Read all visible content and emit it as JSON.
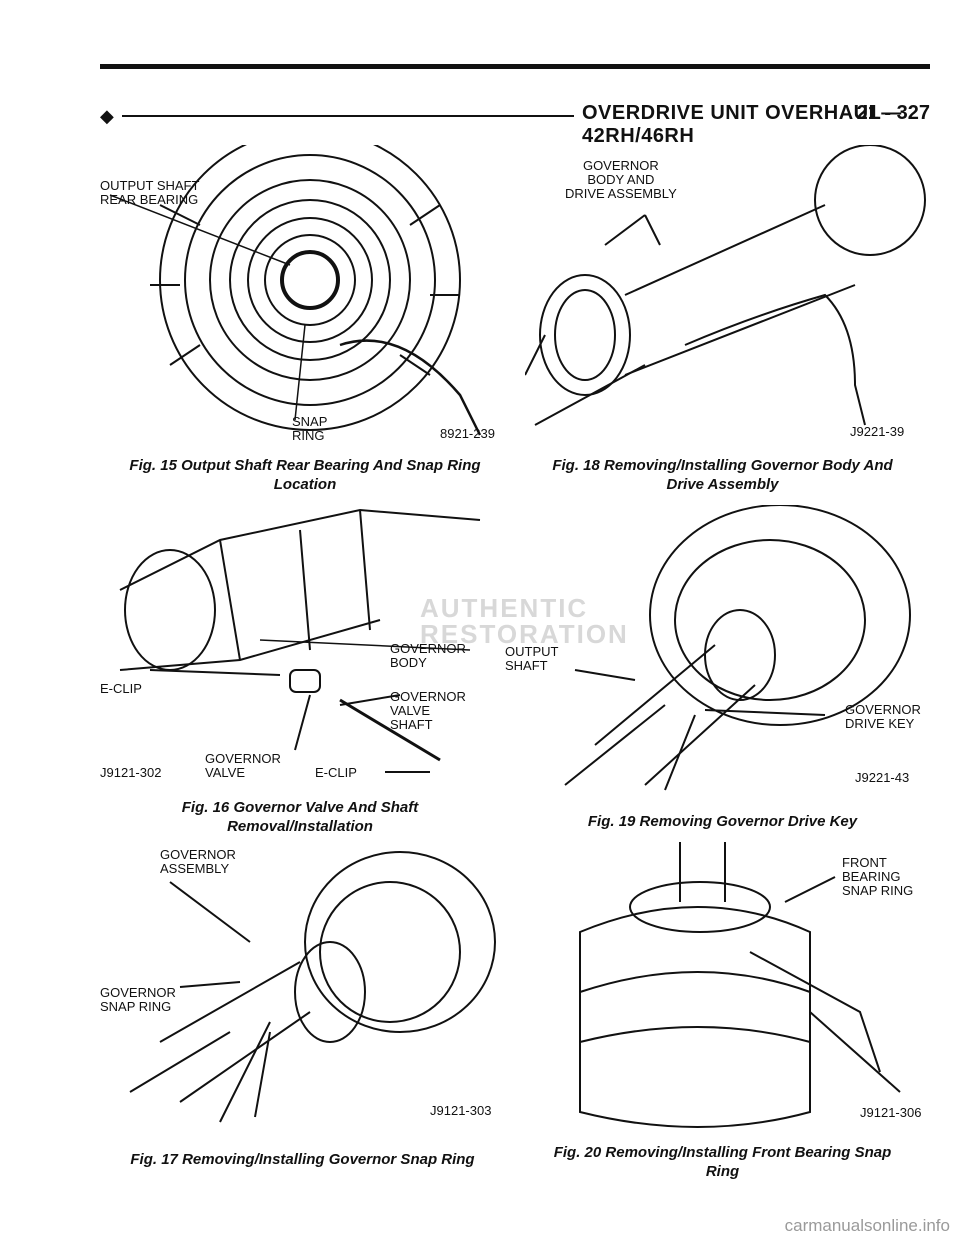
{
  "header": {
    "title": "OVERDRIVE UNIT OVERHAUL—42RH/46RH",
    "page": "21 - 327"
  },
  "fig15": {
    "labels": [
      "OUTPUT SHAFT\nREAR BEARING",
      "SNAP\nRING",
      "8921-239"
    ],
    "caption": "Fig. 15 Output Shaft Rear Bearing And Snap Ring\nLocation"
  },
  "fig16": {
    "labels": [
      "GOVERNOR\nBODY",
      "GOVERNOR\nVALVE\nSHAFT",
      "E-CLIP",
      "J9121-302",
      "GOVERNOR\nVALVE",
      "E-CLIP"
    ],
    "caption": "Fig. 16 Governor Valve And Shaft\nRemoval/Installation"
  },
  "fig17": {
    "labels": [
      "GOVERNOR\nASSEMBLY",
      "GOVERNOR\nSNAP RING",
      "J9121-303"
    ],
    "caption": "Fig. 17 Removing/Installing Governor Snap Ring"
  },
  "fig18": {
    "labels": [
      "GOVERNOR\nBODY AND\nDRIVE ASSEMBLY",
      "J9221-39"
    ],
    "caption": "Fig. 18 Removing/Installing Governor Body And\nDrive Assembly"
  },
  "fig19": {
    "labels": [
      "OUTPUT\nSHAFT",
      "GOVERNOR\nDRIVE KEY",
      "J9221-43"
    ],
    "caption": "Fig. 19 Removing Governor Drive Key"
  },
  "fig20": {
    "labels": [
      "FRONT\nBEARING\nSNAP RING",
      "J9121-306"
    ],
    "caption": "Fig. 20 Removing/Installing Front Bearing Snap\nRing"
  },
  "watermark": "AUTHENTIC\nRESTORATION",
  "footer": {
    "site": "carmanualsonline.info"
  }
}
